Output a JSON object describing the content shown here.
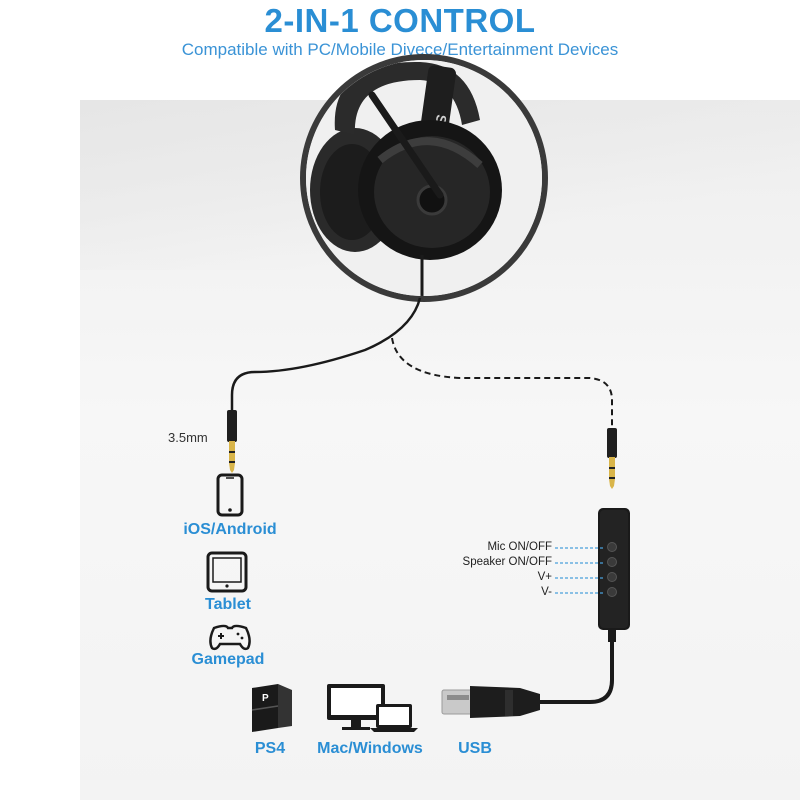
{
  "header": {
    "title": "2-IN-1 CONTROL",
    "subtitle": "Compatible with PC/Mobile Divece/Entertainment Devices"
  },
  "headset": {
    "brand": "SALAR"
  },
  "jack": {
    "label": "3.5mm"
  },
  "devices": {
    "phone": "iOS/Android",
    "tablet": "Tablet",
    "gamepad": "Gamepad",
    "ps4": "PS4",
    "computer": "Mac/Windows",
    "usb": "USB"
  },
  "controller": {
    "buttons": [
      "Mic ON/OFF",
      "Speaker ON/OFF",
      "V+",
      "V-"
    ]
  },
  "colors": {
    "accent": "#2a8ed4",
    "device_icon": "#1a1a1a",
    "guide_dash": "#4aa0dc"
  }
}
